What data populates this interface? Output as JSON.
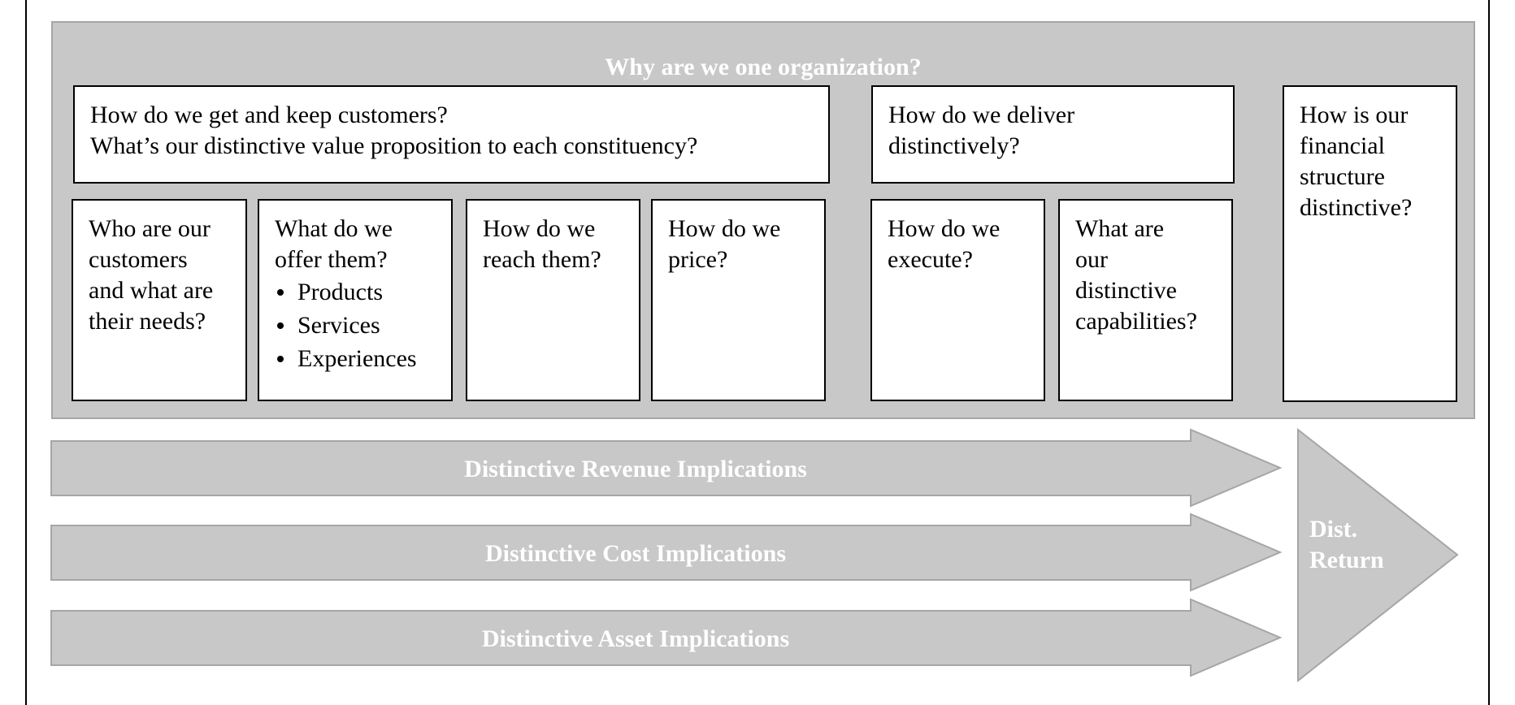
{
  "panel": {
    "title": "Why are we one organization?"
  },
  "customers_header": {
    "line1": "How do we get and keep customers?",
    "line2": "What’s our distinctive value proposition to each constituency?"
  },
  "delivery_header": {
    "line1": "How do we deliver",
    "line2": "distinctively?"
  },
  "financial_box": {
    "lines": [
      "How is our",
      "financial",
      "structure",
      "distinctive?"
    ]
  },
  "question_boxes": {
    "who": {
      "lines": [
        "Who are our",
        "customers",
        "and what are",
        "their needs?"
      ]
    },
    "offer": {
      "lines": [
        "What do we",
        "offer them?"
      ],
      "bullets": [
        "Products",
        "Services",
        "Experiences"
      ]
    },
    "reach": {
      "lines": [
        "How do we",
        "reach them?"
      ]
    },
    "price": {
      "lines": [
        "How do we",
        "price?"
      ]
    },
    "execute": {
      "lines": [
        "How do we",
        "execute?"
      ]
    },
    "capabilities": {
      "lines": [
        "What are",
        "our",
        "distinctive",
        "capabilities?"
      ]
    }
  },
  "implications": {
    "revenue": "Distinctive Revenue Implications",
    "cost": "Distinctive Cost Implications",
    "asset": "Distinctive Asset Implications"
  },
  "return_label": {
    "line1": "Dist.",
    "line2": "Return"
  },
  "colors": {
    "panel_fill": "#c8c8c8",
    "panel_border": "#a6a6a6",
    "box_fill": "#ffffff",
    "box_border": "#000000",
    "label_text": "#ffffff"
  }
}
